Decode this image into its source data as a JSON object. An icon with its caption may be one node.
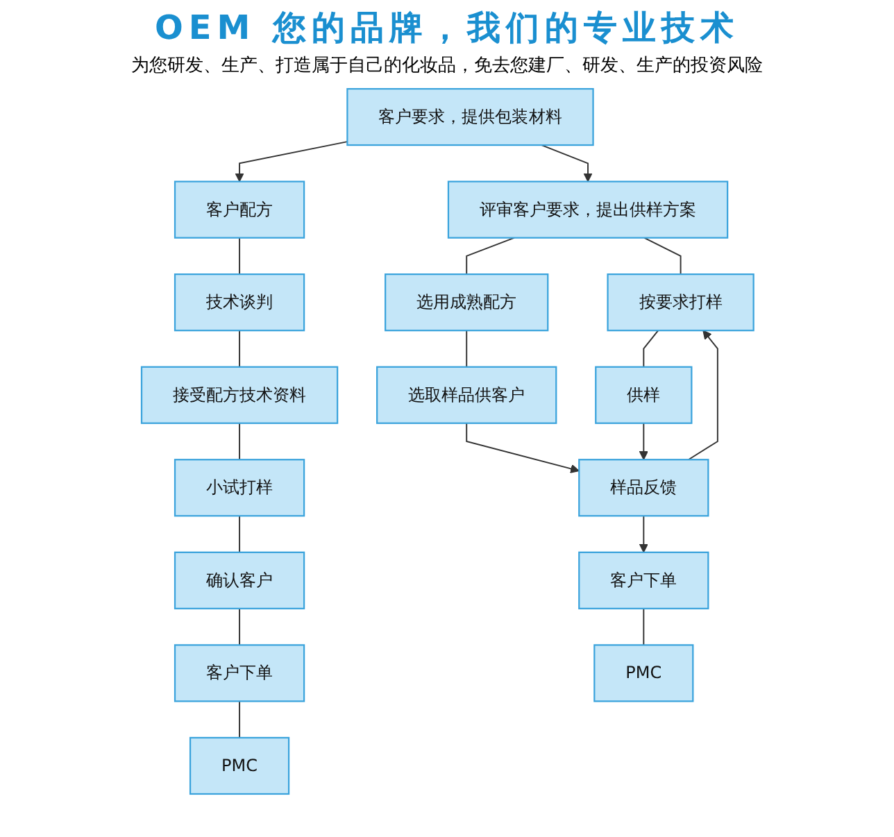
{
  "diagram": {
    "title": "OEM 您的品牌，我们的专业技术",
    "nodes": [
      {
        "text": [
          "客户要求，提供包装材料"
        ]
      },
      {
        "text": [
          "评审客户要求，提出供样方案"
        ]
      },
      {
        "text": [
          "客户配方"
        ]
      },
      {
        "text": [
          "选用成熟配方"
        ]
      },
      {
        "text": [
          "按要求打样"
        ]
      },
      {
        "text": [
          "技术谈判"
        ]
      },
      {
        "text": [
          "选取样品供客户"
        ]
      },
      {
        "text": [
          "供样"
        ]
      },
      {
        "text": [
          "接受配方技术资料"
        ]
      },
      {
        "text": [
          "样品反馈"
        ]
      },
      {
        "text": [
          "小试打样"
        ]
      },
      {
        "text": [
          "确认客户"
        ]
      },
      {
        "text": [
          "客户下单"
        ]
      },
      {
        "text": [
          "客户下单"
        ]
      },
      {
        "text": [
          "PMC"
        ]
      },
      {
        "text": [
          "PMC"
        ]
      }
    ],
    "edges": [
      {
        "from": 0,
        "to": 1,
        "arrow": "to"
      },
      {
        "from": 0,
        "to": 2,
        "arrow": "to"
      },
      {
        "from": 1,
        "to": 4,
        "arrow": "none"
      },
      {
        "from": 1,
        "to": 3,
        "arrow": "none"
      },
      {
        "from": 2,
        "to": 5,
        "arrow": "none"
      },
      {
        "from": 3,
        "to": 6,
        "arrow": "none"
      },
      {
        "from": 4,
        "to": 7,
        "arrow": "none"
      },
      {
        "from": 5,
        "to": 8,
        "arrow": "none"
      },
      {
        "from": 6,
        "to": 9,
        "arrow": "to"
      },
      {
        "from": 7,
        "to": 9,
        "arrow": "to"
      },
      {
        "from": 8,
        "to": 10,
        "arrow": "none"
      },
      {
        "from": 9,
        "to": 12,
        "arrow": "to"
      },
      {
        "from": 10,
        "to": 11,
        "arrow": "none"
      },
      {
        "from": 11,
        "to": 13,
        "arrow": "none"
      },
      {
        "from": 12,
        "to": 14,
        "arrow": "none"
      },
      {
        "from": 13,
        "to": 15,
        "arrow": "none"
      },
      {
        "from": 9,
        "to": 4,
        "arrow": "to"
      }
    ],
    "labels": [
      "为您研发、生产、打造属于自己的化妆品，免去您建厂、研发、生产的投资风险"
    ]
  }
}
